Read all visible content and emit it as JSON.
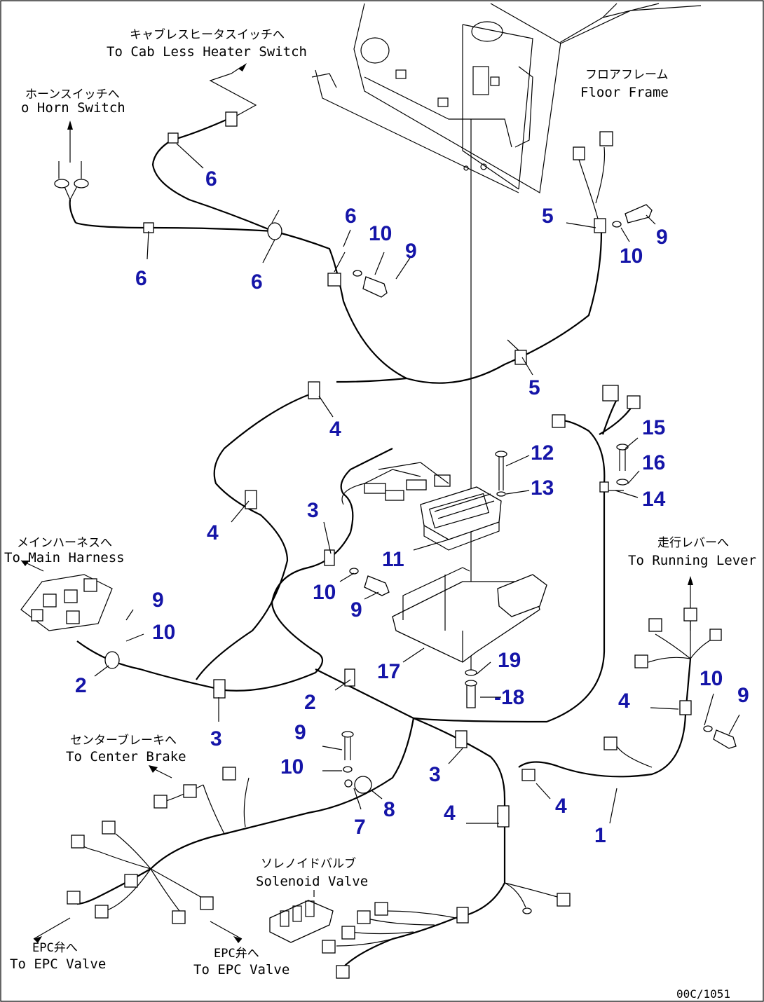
{
  "labels": {
    "cab_heater_jp": "キャブレスヒータスイッチへ",
    "cab_heater_en": "To Cab Less Heater Switch",
    "horn_jp": "ホーンスイッチへ",
    "horn_en": "o Horn Switch",
    "floor_jp": "フロアフレーム",
    "floor_en": "Floor Frame",
    "main_jp": "メインハーネスへ",
    "main_en": "To Main Harness",
    "running_jp": "走行レバーへ",
    "running_en": "To Running Lever",
    "center_jp": "センターブレーキへ",
    "center_en": "To Center Brake",
    "solenoid_jp": "ソレノイドバルブ",
    "solenoid_en": "Solenoid Valve",
    "epc1_jp": "EPC弁へ",
    "epc1_en": "To EPC Valve",
    "epc2_jp": "EPC弁へ",
    "epc2_en": "To EPC Valve",
    "code": "00C/1051"
  },
  "callouts": {
    "c1": "1",
    "c2a": "2",
    "c2b": "2",
    "c3a": "3",
    "c3b": "3",
    "c3c": "3",
    "c4a": "4",
    "c4b": "4",
    "c4c": "4",
    "c4d": "4",
    "c4e": "4",
    "c5a": "5",
    "c5b": "5",
    "c6a": "6",
    "c6b": "6",
    "c6c": "6",
    "c6d": "6",
    "c7": "7",
    "c8": "8",
    "c9a": "9",
    "c9b": "9",
    "c9c": "9",
    "c9d": "9",
    "c9e": "9",
    "c9f": "9",
    "c10a": "10",
    "c10b": "10",
    "c10c": "10",
    "c10d": "10",
    "c10e": "10",
    "c10f": "10",
    "c11": "11",
    "c12": "12",
    "c13": "13",
    "c14": "14",
    "c15": "15",
    "c16": "16",
    "c17": "17",
    "c18": "-18",
    "c19": "19"
  },
  "colors": {
    "callout": "#1515a8",
    "line": "#000000",
    "background": "#ffffff"
  }
}
